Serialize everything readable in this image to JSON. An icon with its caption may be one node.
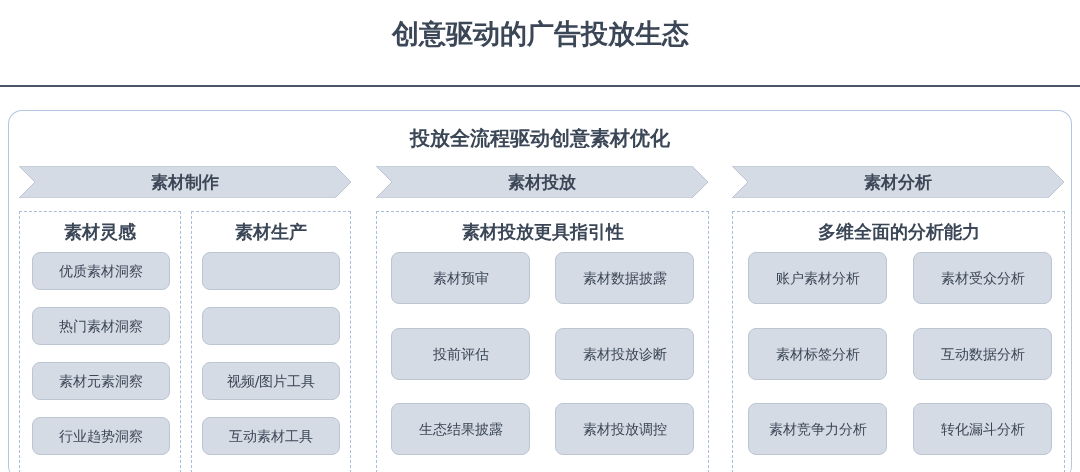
{
  "diagram": {
    "title": "创意驱动的广告投放生态",
    "nodes": [
      {
        "text": [
          "投放全流程驱动创意素材优化"
        ]
      },
      {
        "text": [
          "素材制作"
        ],
        "in": 0
      },
      {
        "text": [
          "素材灵感"
        ],
        "in": 0
      },
      {
        "text": [
          "优质素材洞察"
        ],
        "in": 2
      },
      {
        "text": [
          "热门素材洞察"
        ],
        "in": 2
      },
      {
        "text": [
          "素材元素洞察"
        ],
        "in": 2
      },
      {
        "text": [
          "行业趋势洞察"
        ],
        "in": 2
      },
      {
        "text": [
          "素材生产"
        ],
        "in": 0
      },
      {
        "text": [],
        "shape": "box",
        "in": 7
      },
      {
        "text": [],
        "shape": "box",
        "in": 7
      },
      {
        "text": [
          "视频/图片工具"
        ],
        "in": 7
      },
      {
        "text": [
          "互动素材工具"
        ],
        "in": 7
      },
      {
        "text": [
          "素材投放"
        ],
        "in": 0
      },
      {
        "text": [
          "素材投放更具指引性"
        ],
        "in": 0
      },
      {
        "text": [
          "素材预审"
        ],
        "in": 13
      },
      {
        "text": [
          "素材数据披露"
        ],
        "in": 13
      },
      {
        "text": [
          "投前评估"
        ],
        "in": 13
      },
      {
        "text": [
          "素材投放诊断"
        ],
        "in": 13
      },
      {
        "text": [
          "生态结果披露"
        ],
        "in": 13
      },
      {
        "text": [
          "素材投放调控"
        ],
        "in": 13
      },
      {
        "text": [
          "素材分析"
        ],
        "in": 0
      },
      {
        "text": [
          "多维全面的分析能力"
        ],
        "in": 0
      },
      {
        "text": [
          "账户素材分析"
        ],
        "in": 21
      },
      {
        "text": [
          "素材受众分析"
        ],
        "in": 21
      },
      {
        "text": [
          "素材标签分析"
        ],
        "in": 21
      },
      {
        "text": [
          "互动数据分析"
        ],
        "in": 21
      },
      {
        "text": [
          "素材竞争力分析"
        ],
        "in": 21
      },
      {
        "text": [
          "转化漏斗分析"
        ],
        "in": 21
      }
    ],
    "edges": []
  }
}
